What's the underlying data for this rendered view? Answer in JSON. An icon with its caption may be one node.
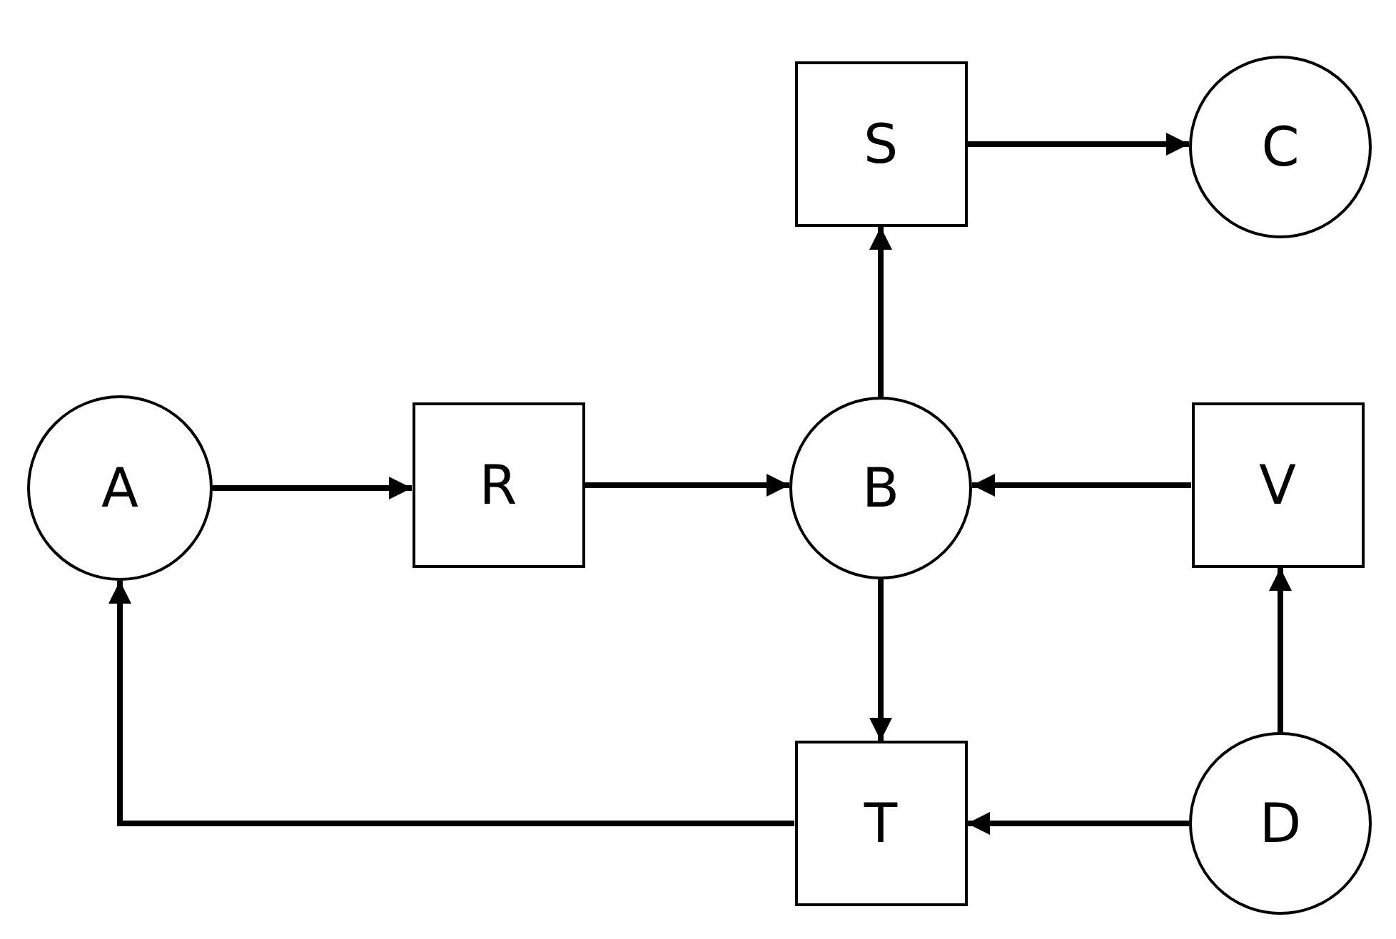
{
  "diagram": {
    "nodes": [
      {
        "text": [
          "S"
        ]
      },
      {
        "text": [
          "C"
        ]
      },
      {
        "text": [
          "A"
        ]
      },
      {
        "text": [
          "R"
        ]
      },
      {
        "text": [
          "B"
        ]
      },
      {
        "text": [
          "V"
        ]
      },
      {
        "text": [
          "T"
        ]
      },
      {
        "text": [
          "D"
        ]
      }
    ],
    "edges": [
      {
        "from": 2,
        "to": 3,
        "arrow": "to"
      },
      {
        "from": 3,
        "to": 4,
        "arrow": "to"
      },
      {
        "from": 4,
        "to": 0,
        "arrow": "to"
      },
      {
        "from": 0,
        "to": 1,
        "arrow": "to"
      },
      {
        "from": 5,
        "to": 4,
        "arrow": "to"
      },
      {
        "from": 4,
        "to": 6,
        "arrow": "to"
      },
      {
        "from": 7,
        "to": 5,
        "arrow": "to"
      },
      {
        "from": 7,
        "to": 6,
        "arrow": "to"
      },
      {
        "from": 6,
        "to": 2,
        "arrow": "to"
      }
    ]
  }
}
